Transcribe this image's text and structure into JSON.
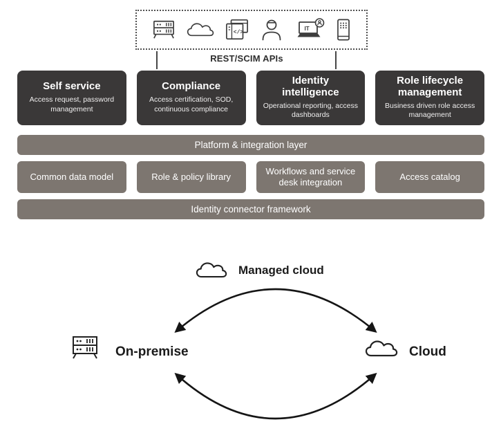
{
  "api_layer": {
    "label": "REST/SCIM APIs",
    "sources": [
      {
        "icon": "server-rack-icon"
      },
      {
        "icon": "cloud-icon"
      },
      {
        "icon": "code-windows-icon",
        "code_label": "</>"
      },
      {
        "icon": "person-icon"
      },
      {
        "icon": "it-laptop-icon",
        "screen_label": "IT"
      },
      {
        "icon": "keypad-device-icon"
      }
    ]
  },
  "capabilities": [
    {
      "title": "Self service",
      "subtitle": "Access request, password management"
    },
    {
      "title": "Compliance",
      "subtitle": "Access certification, SOD, continuous compliance"
    },
    {
      "title": "Identity intelligence",
      "subtitle": "Operational reporting, access dashboards"
    },
    {
      "title": "Role lifecycle management",
      "subtitle": "Business driven role access management"
    }
  ],
  "platform_layer": {
    "label": "Platform & integration layer"
  },
  "components": [
    {
      "label": "Common data model"
    },
    {
      "label": "Role & policy library"
    },
    {
      "label": "Workflows and service desk integration"
    },
    {
      "label": "Access catalog"
    }
  ],
  "connector_layer": {
    "label": "Identity connector framework"
  },
  "deployment": {
    "managed_cloud_label": "Managed cloud",
    "on_premise_label": "On-premise",
    "cloud_label": "Cloud"
  },
  "colors": {
    "capability_box": "#3a3838",
    "layer_bar": "#7d7670",
    "ink": "#1b1b1b",
    "dotted_border": "#4f4f4f"
  }
}
